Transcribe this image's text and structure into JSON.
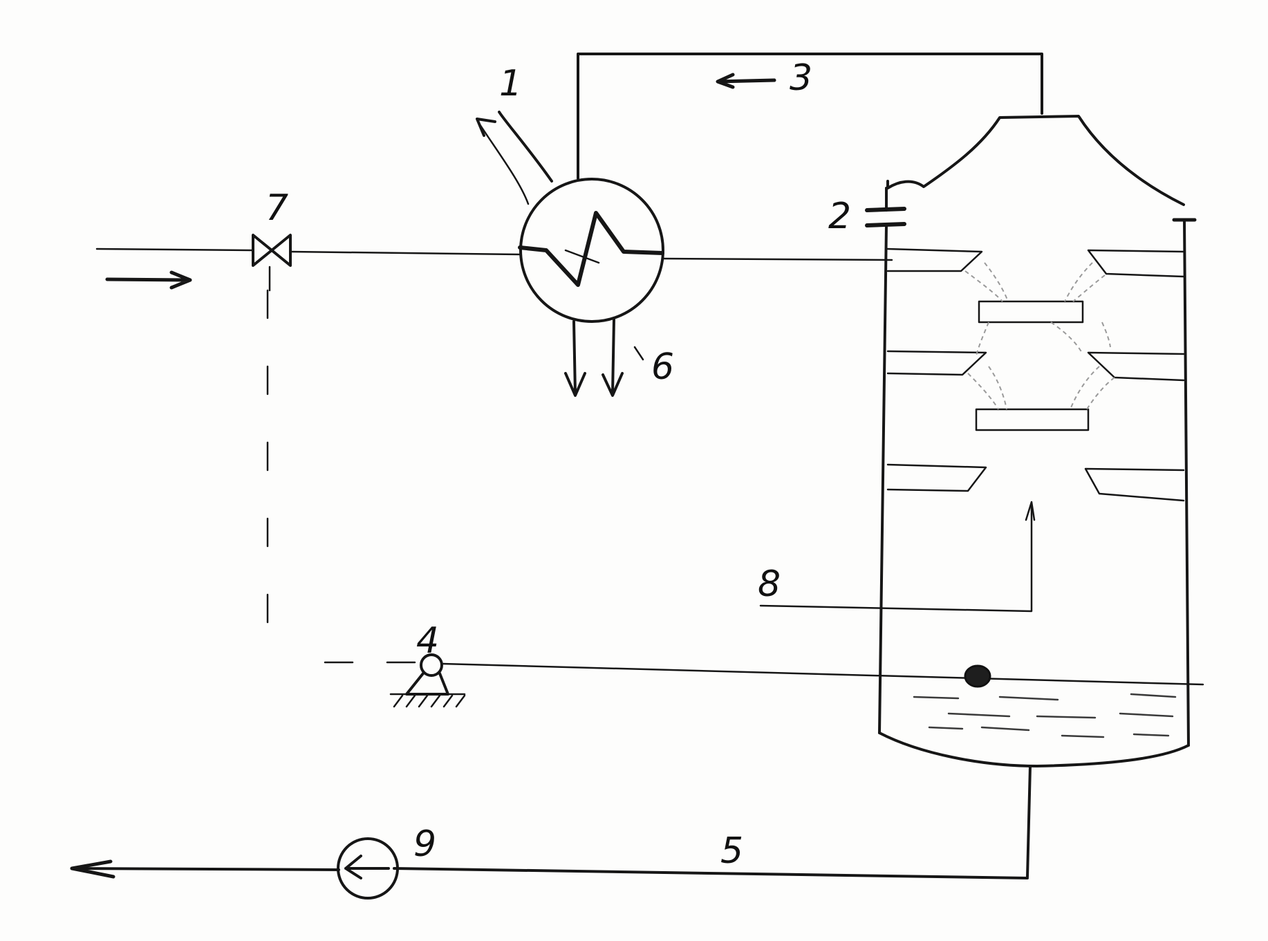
{
  "labels": {
    "heat_exchanger": "1",
    "flange": "2",
    "top_vapor_line": "3",
    "level_sensor": "4",
    "bottom_outlet_line": "5",
    "coolant_outlets": "6",
    "valve": "7",
    "gas_inlet": "8",
    "pump": "9"
  }
}
